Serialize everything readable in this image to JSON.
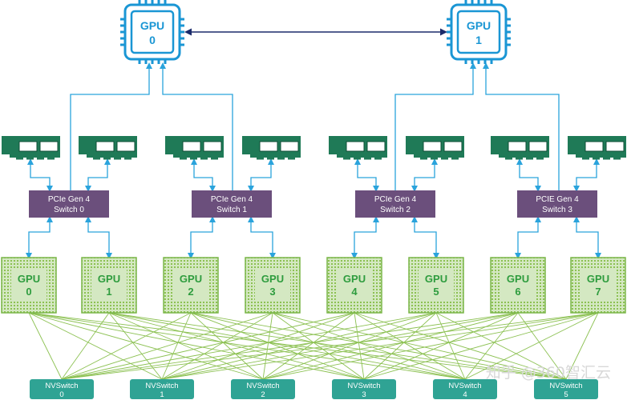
{
  "cpus": [
    {
      "label": "GPU",
      "index": "0"
    },
    {
      "label": "GPU",
      "index": "1"
    }
  ],
  "pcie_switches": [
    {
      "line1": "PCIe Gen 4",
      "line2": "Switch 0"
    },
    {
      "line1": "PCIe Gen 4",
      "line2": "Switch 1"
    },
    {
      "line1": "PCIe Gen 4",
      "line2": "Switch 2"
    },
    {
      "line1": "PCIE Gen 4",
      "line2": "Switch 3"
    }
  ],
  "gpus": [
    {
      "label": "GPU",
      "index": "0"
    },
    {
      "label": "GPU",
      "index": "1"
    },
    {
      "label": "GPU",
      "index": "2"
    },
    {
      "label": "GPU",
      "index": "3"
    },
    {
      "label": "GPU",
      "index": "4"
    },
    {
      "label": "GPU",
      "index": "5"
    },
    {
      "label": "GPU",
      "index": "6"
    },
    {
      "label": "GPU",
      "index": "7"
    }
  ],
  "nvswitches": [
    {
      "label": "NVSwitch",
      "index": "0"
    },
    {
      "label": "NVSwitch",
      "index": "1"
    },
    {
      "label": "NVSwitch",
      "index": "2"
    },
    {
      "label": "NVSwitch",
      "index": "3"
    },
    {
      "label": "NVSwitch",
      "index": "4"
    },
    {
      "label": "NVSwitch",
      "index": "5"
    }
  ],
  "nic_count": 8,
  "watermark": "知乎 @360智汇云",
  "colors": {
    "cpu": "#1a96d4",
    "link": "#2aa3dc",
    "pcie_switch": "#6b4f7c",
    "nic": "#1f7a57",
    "gpu_fill": "#d4e8c2",
    "gpu_border": "#7ab648",
    "gpu_text": "#2e9c3e",
    "nvswitch": "#2fa394",
    "nvlink": "#8cc152"
  }
}
